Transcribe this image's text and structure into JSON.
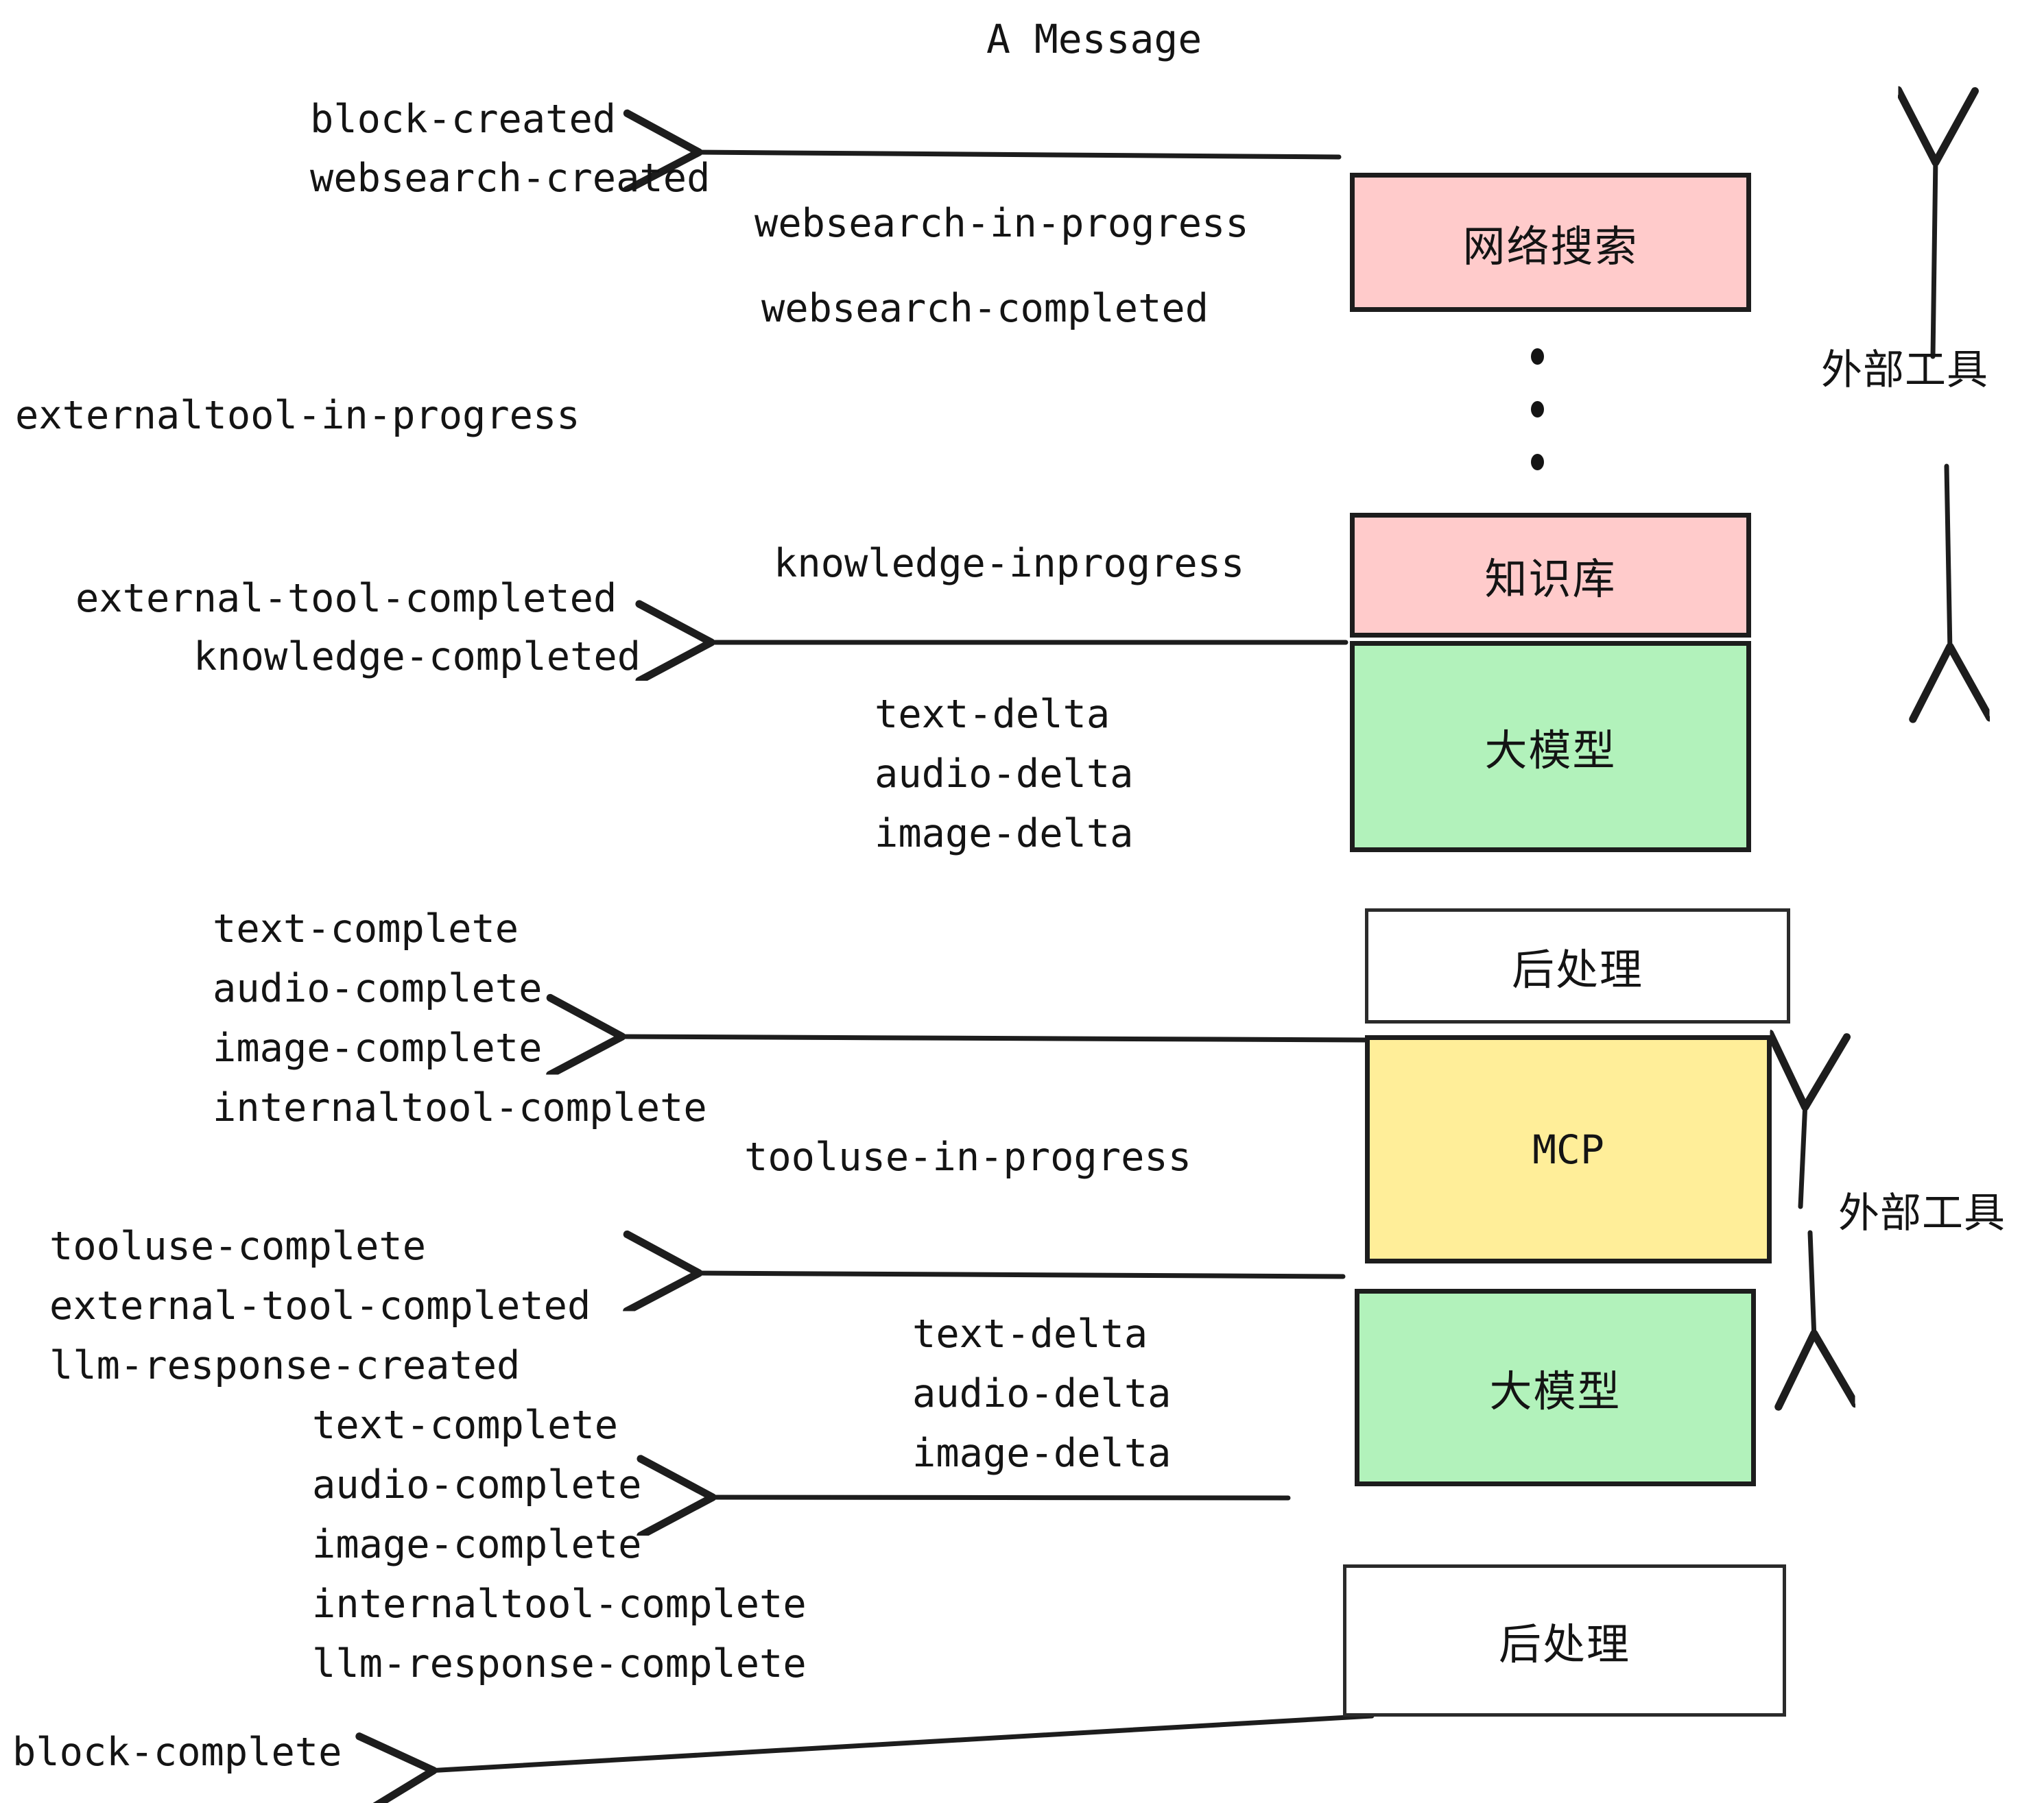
{
  "diagram": {
    "title": "A Message",
    "colors": {
      "pink": "#FFCBCB",
      "green": "#B2F2BB",
      "yellow": "#FFEE99",
      "white": "#FFFFFF",
      "stroke": "#1D1D1D",
      "text": "#141414"
    },
    "boxes": [
      {
        "id": "websearch",
        "label": "网络搜索",
        "fill": "#FFCBCB"
      },
      {
        "id": "knowledge",
        "label": "知识库",
        "fill": "#FFCBCB"
      },
      {
        "id": "llm-top",
        "label": "大模型",
        "fill": "#B2F2BB"
      },
      {
        "id": "postprocess-top",
        "label": "后处理",
        "fill": "#FFFFFF"
      },
      {
        "id": "mcp",
        "label": "MCP",
        "fill": "#FFEE99"
      },
      {
        "id": "llm-bottom",
        "label": "大模型",
        "fill": "#B2F2BB"
      },
      {
        "id": "postprocess-bottom",
        "label": "后处理",
        "fill": "#FFFFFF"
      }
    ],
    "annotations": [
      {
        "id": "external-tools-top",
        "label": "外部工具"
      },
      {
        "id": "external-tools-bottom",
        "label": "外部工具"
      }
    ],
    "events": [
      {
        "id": "e01",
        "text": "block-created"
      },
      {
        "id": "e02",
        "text": "websearch-created"
      },
      {
        "id": "e03",
        "text": "websearch-in-progress"
      },
      {
        "id": "e04",
        "text": "websearch-completed"
      },
      {
        "id": "e05",
        "text": "externaltool-in-progress"
      },
      {
        "id": "e06",
        "text": "knowledge-inprogress"
      },
      {
        "id": "e07",
        "text": "external-tool-completed"
      },
      {
        "id": "e08",
        "text": "knowledge-completed"
      },
      {
        "id": "e09",
        "text": "text-delta"
      },
      {
        "id": "e10",
        "text": "audio-delta"
      },
      {
        "id": "e11",
        "text": "image-delta"
      },
      {
        "id": "e12",
        "text": "text-complete"
      },
      {
        "id": "e13",
        "text": "audio-complete"
      },
      {
        "id": "e14",
        "text": "image-complete"
      },
      {
        "id": "e15",
        "text": "internaltool-complete"
      },
      {
        "id": "e16",
        "text": "tooluse-in-progress"
      },
      {
        "id": "e17",
        "text": "tooluse-complete"
      },
      {
        "id": "e18",
        "text": "external-tool-completed"
      },
      {
        "id": "e19",
        "text": "llm-response-created"
      },
      {
        "id": "e20",
        "text": "text-complete"
      },
      {
        "id": "e21",
        "text": "audio-complete"
      },
      {
        "id": "e22",
        "text": "image-complete"
      },
      {
        "id": "e23",
        "text": "internaltool-complete"
      },
      {
        "id": "e24",
        "text": "llm-response-complete"
      },
      {
        "id": "e25",
        "text": "text-delta"
      },
      {
        "id": "e26",
        "text": "audio-delta"
      },
      {
        "id": "e27",
        "text": "image-delta"
      },
      {
        "id": "e28",
        "text": "block-complete"
      }
    ]
  }
}
